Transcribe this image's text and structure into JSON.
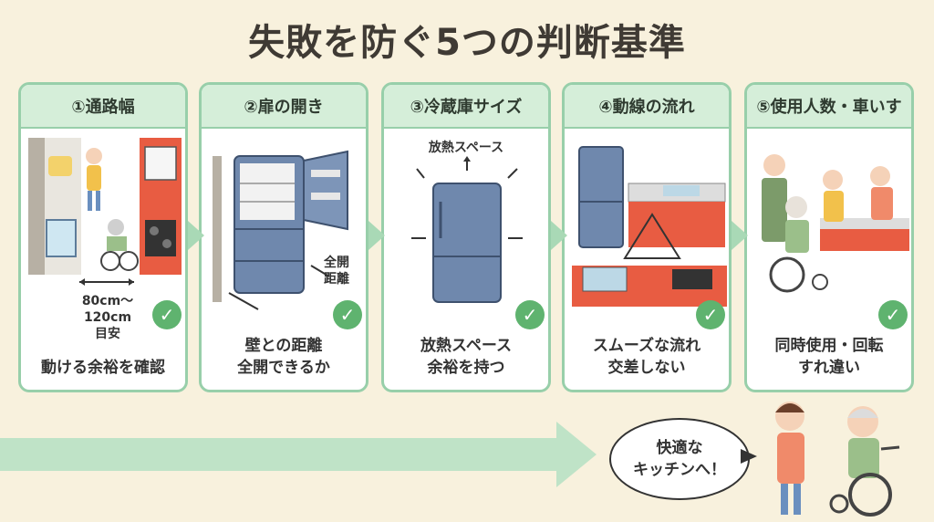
{
  "title": "失敗を防ぐ5つの判断基準",
  "cards": [
    {
      "heading": "①通路幅",
      "caption": "動ける余裕を確認",
      "labels": [
        "80cm〜",
        "120cm",
        "目安"
      ]
    },
    {
      "heading": "②扉の開き",
      "caption1": "壁との距離",
      "caption2": "全開できるか",
      "labels": [
        "全開",
        "距離"
      ]
    },
    {
      "heading": "③冷蔵庫サイズ",
      "caption1": "放熱スペース",
      "caption2": "余裕を持つ",
      "labels": [
        "放熱スペース"
      ]
    },
    {
      "heading": "④動線の流れ",
      "caption1": "スムーズな流れ",
      "caption2": "交差しない"
    },
    {
      "heading": "⑤使用人数・車いす",
      "caption1": "同時使用・回転",
      "caption2": "すれ違い"
    }
  ],
  "check_mark": "✓",
  "bubble": {
    "line1": "快適な",
    "line2": "キッチンへ！"
  },
  "colors": {
    "background": "#f8f1dd",
    "card_border": "#98cfaa",
    "card_header": "#d5eed9",
    "check": "#5fb36f",
    "arrow": "#bfe3c7"
  },
  "icons": [
    "check-icon",
    "refrigerator-icon",
    "wheelchair-icon",
    "sink-icon",
    "stove-icon",
    "heat-arrow-icon"
  ]
}
